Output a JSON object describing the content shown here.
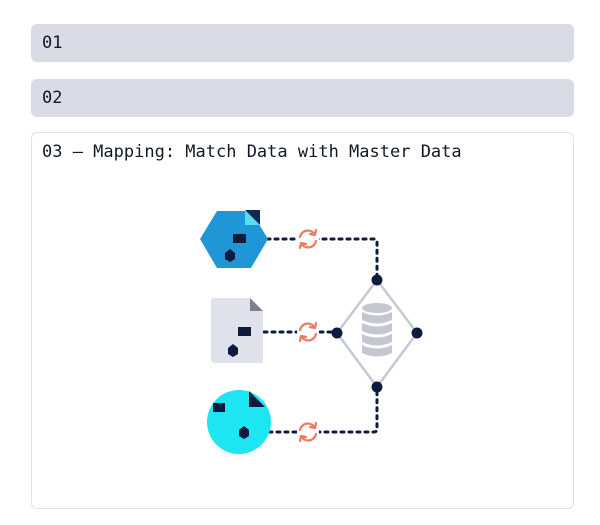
{
  "accordion": {
    "items": [
      {
        "label": "01",
        "expanded": false
      },
      {
        "label": "02",
        "expanded": false
      },
      {
        "label": "03 — Mapping: Match Data with Master Data",
        "expanded": true
      }
    ]
  },
  "colors": {
    "collapsed_bg": "#d9dce6",
    "hexagon": "#1f96d6",
    "file": "#dfe2ea",
    "circle": "#1de6f2",
    "navy": "#0f1b3d",
    "sync": "#f07a5f",
    "diamond": "#c5c9d6",
    "database": "#c4c7d1"
  },
  "icons": {
    "sources": [
      "hexagon-source-icon",
      "file-source-icon",
      "circle-source-icon"
    ],
    "sync": "sync-icon",
    "target": "database-icon"
  }
}
